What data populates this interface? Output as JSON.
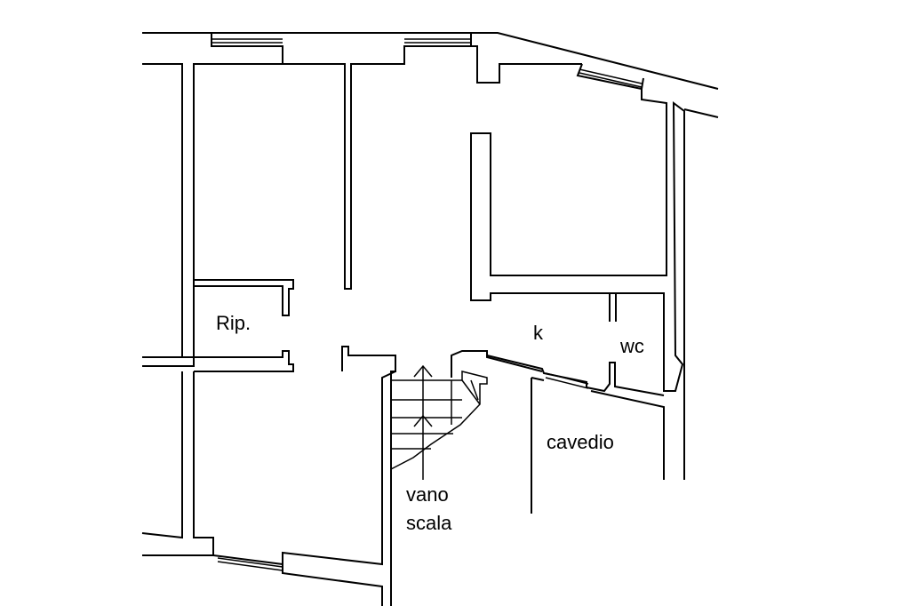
{
  "rooms": {
    "ripostiglio": "Rip.",
    "kitchen": "k",
    "wc": "wc",
    "cavedio": "cavedio",
    "stair_line1": "vano",
    "stair_line2": "scala"
  },
  "colors": {
    "line": "#000000",
    "background": "#ffffff"
  }
}
